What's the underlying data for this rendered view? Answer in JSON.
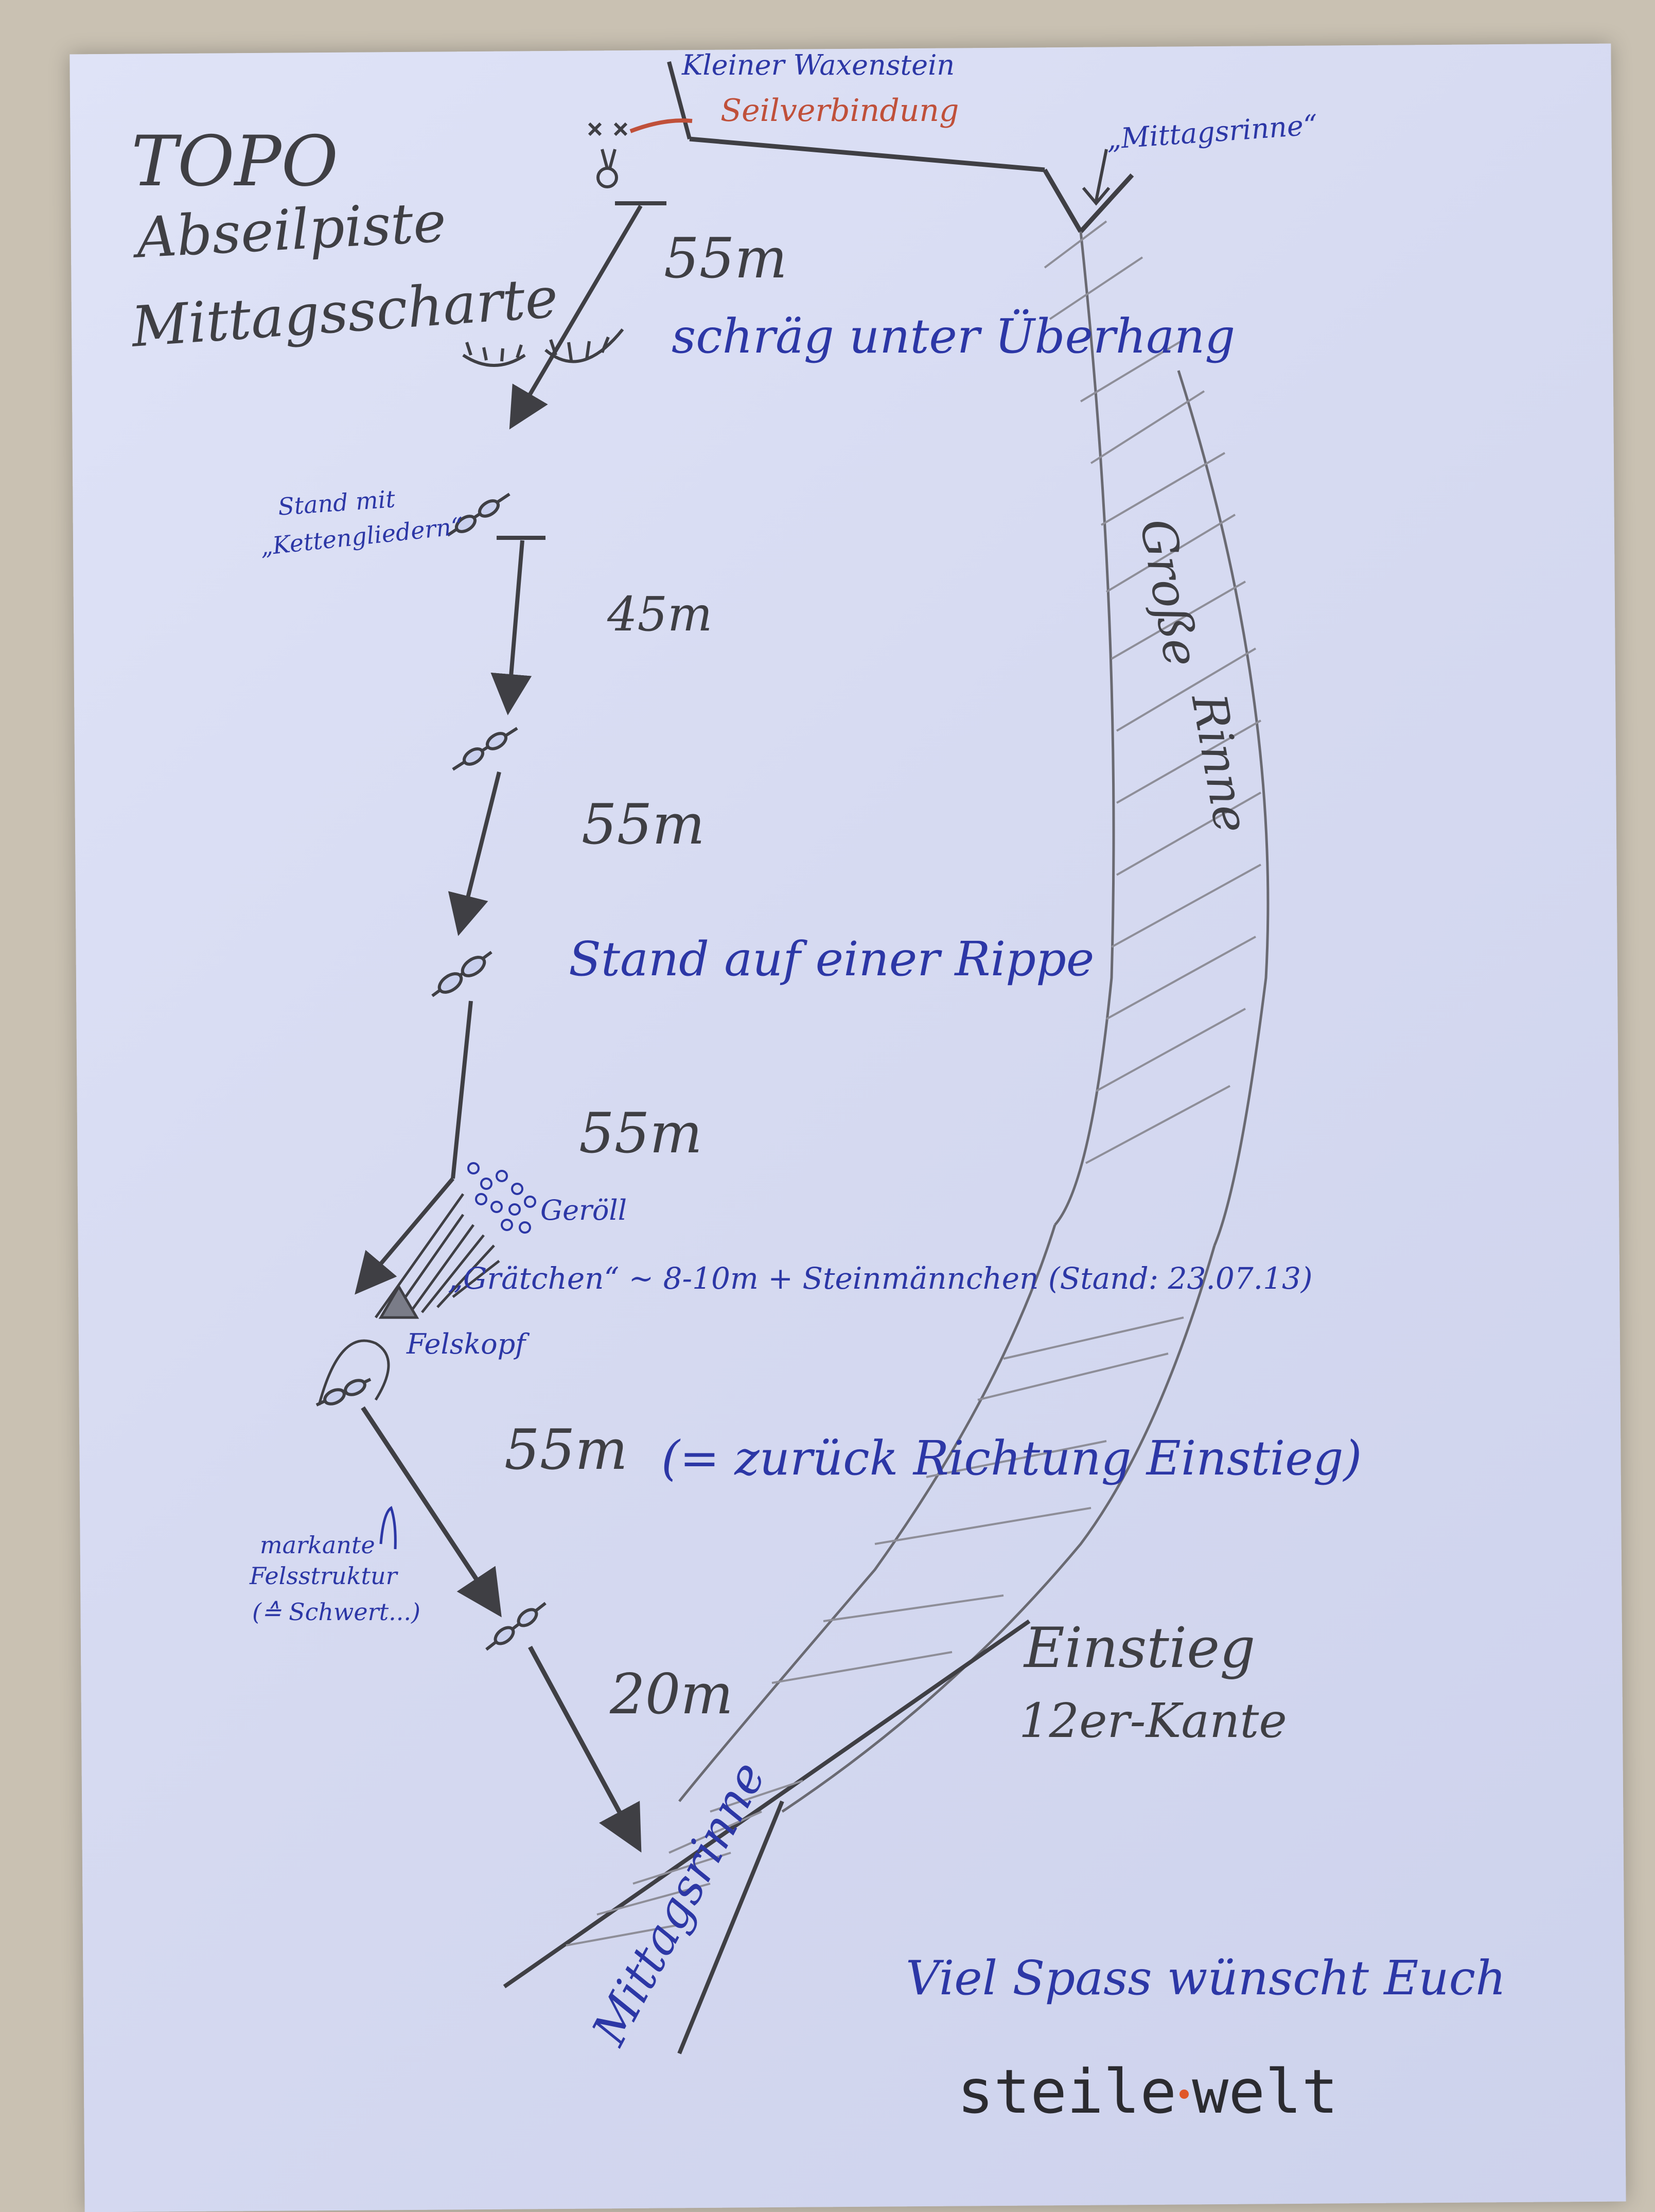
{
  "title": {
    "line1": "TOPO",
    "line2": "Abseilpiste",
    "line3": "Mittagsscharte"
  },
  "top": {
    "kleiner_waxenstein": "Kleiner Waxenstein",
    "seilverbindung": "Seilverbindung",
    "mittagsrinne_quote": "„Mittagsrinne“"
  },
  "pitches": [
    {
      "length": "55m",
      "note": "schräg unter Überhang"
    },
    {
      "length": "45m",
      "note": ""
    },
    {
      "length": "55m",
      "note": "Stand auf einer Rippe"
    },
    {
      "length": "55m",
      "note": ""
    },
    {
      "length": "55m",
      "note": "(= zurück Richtung Einstieg)"
    },
    {
      "length": "20m",
      "note": ""
    }
  ],
  "annotations": {
    "stand_mit": "Stand mit",
    "kettengliedern": "„Kettengliedern“",
    "geroell": "Geröll",
    "graetchen": "„Grätchen“ ~ 8-10m + Steinmännchen (Stand: 23.07.13)",
    "felskopf": "Felskopf",
    "markante": "markante",
    "felsstruktur": "Felsstruktur",
    "schwert": "(≙ Schwert...)"
  },
  "terrain": {
    "grosse": "Große",
    "rinne": "Rinne",
    "einstieg": "Einstieg",
    "kante": "12er-Kante",
    "mittagsrinne": "Mittagsrinne"
  },
  "footer": {
    "greeting": "Viel Spass wünscht Euch",
    "brand_left": "steile",
    "brand_right": "welt"
  },
  "colors": {
    "pencil": "#3f3f44",
    "ink": "#2c37a6",
    "red": "#c0503a",
    "brand_dot": "#e0572a"
  }
}
